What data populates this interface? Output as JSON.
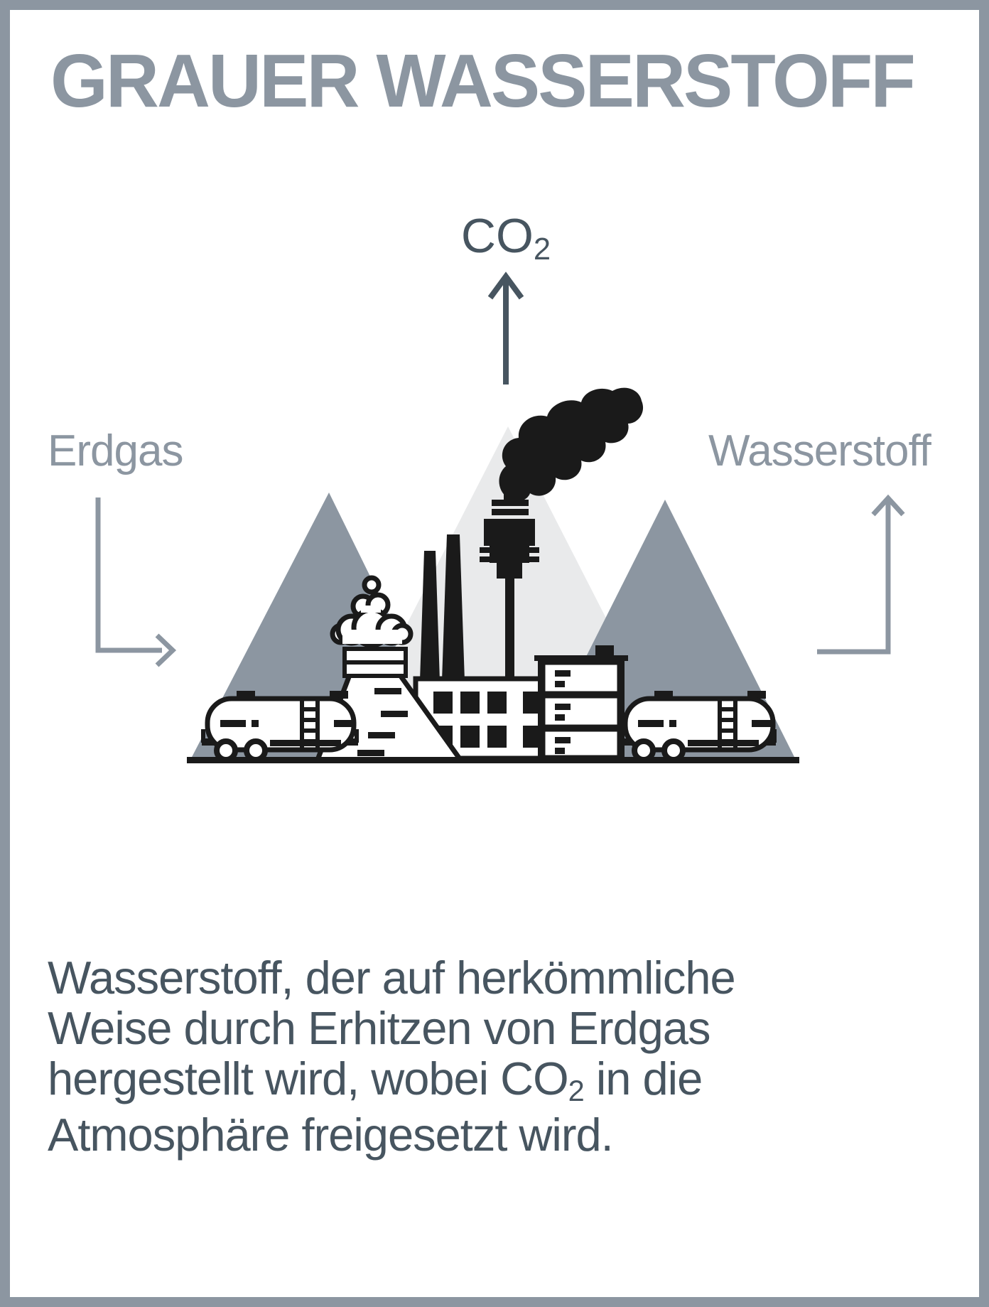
{
  "colors": {
    "grey": "#8C96A1",
    "slate": "#475560",
    "light": "#E9EAEB",
    "ink": "#1A1A1A",
    "bg": "#FFFFFF"
  },
  "title": "GRAUER WASSERSTOFF",
  "diagram": {
    "co2_label_base": "CO",
    "co2_label_sub": "2",
    "input_label": "Erdgas",
    "output_label": "Wasserstoff"
  },
  "description": {
    "line1": "Wasserstoff, der auf herkömmliche",
    "line2": "Weise durch Erhitzen von Erdgas",
    "line3_pre": "hergestellt wird, wobei CO",
    "line3_sub": "2",
    "line3_post": " in die",
    "line4": "Atmosphäre freigesetzt wird."
  }
}
